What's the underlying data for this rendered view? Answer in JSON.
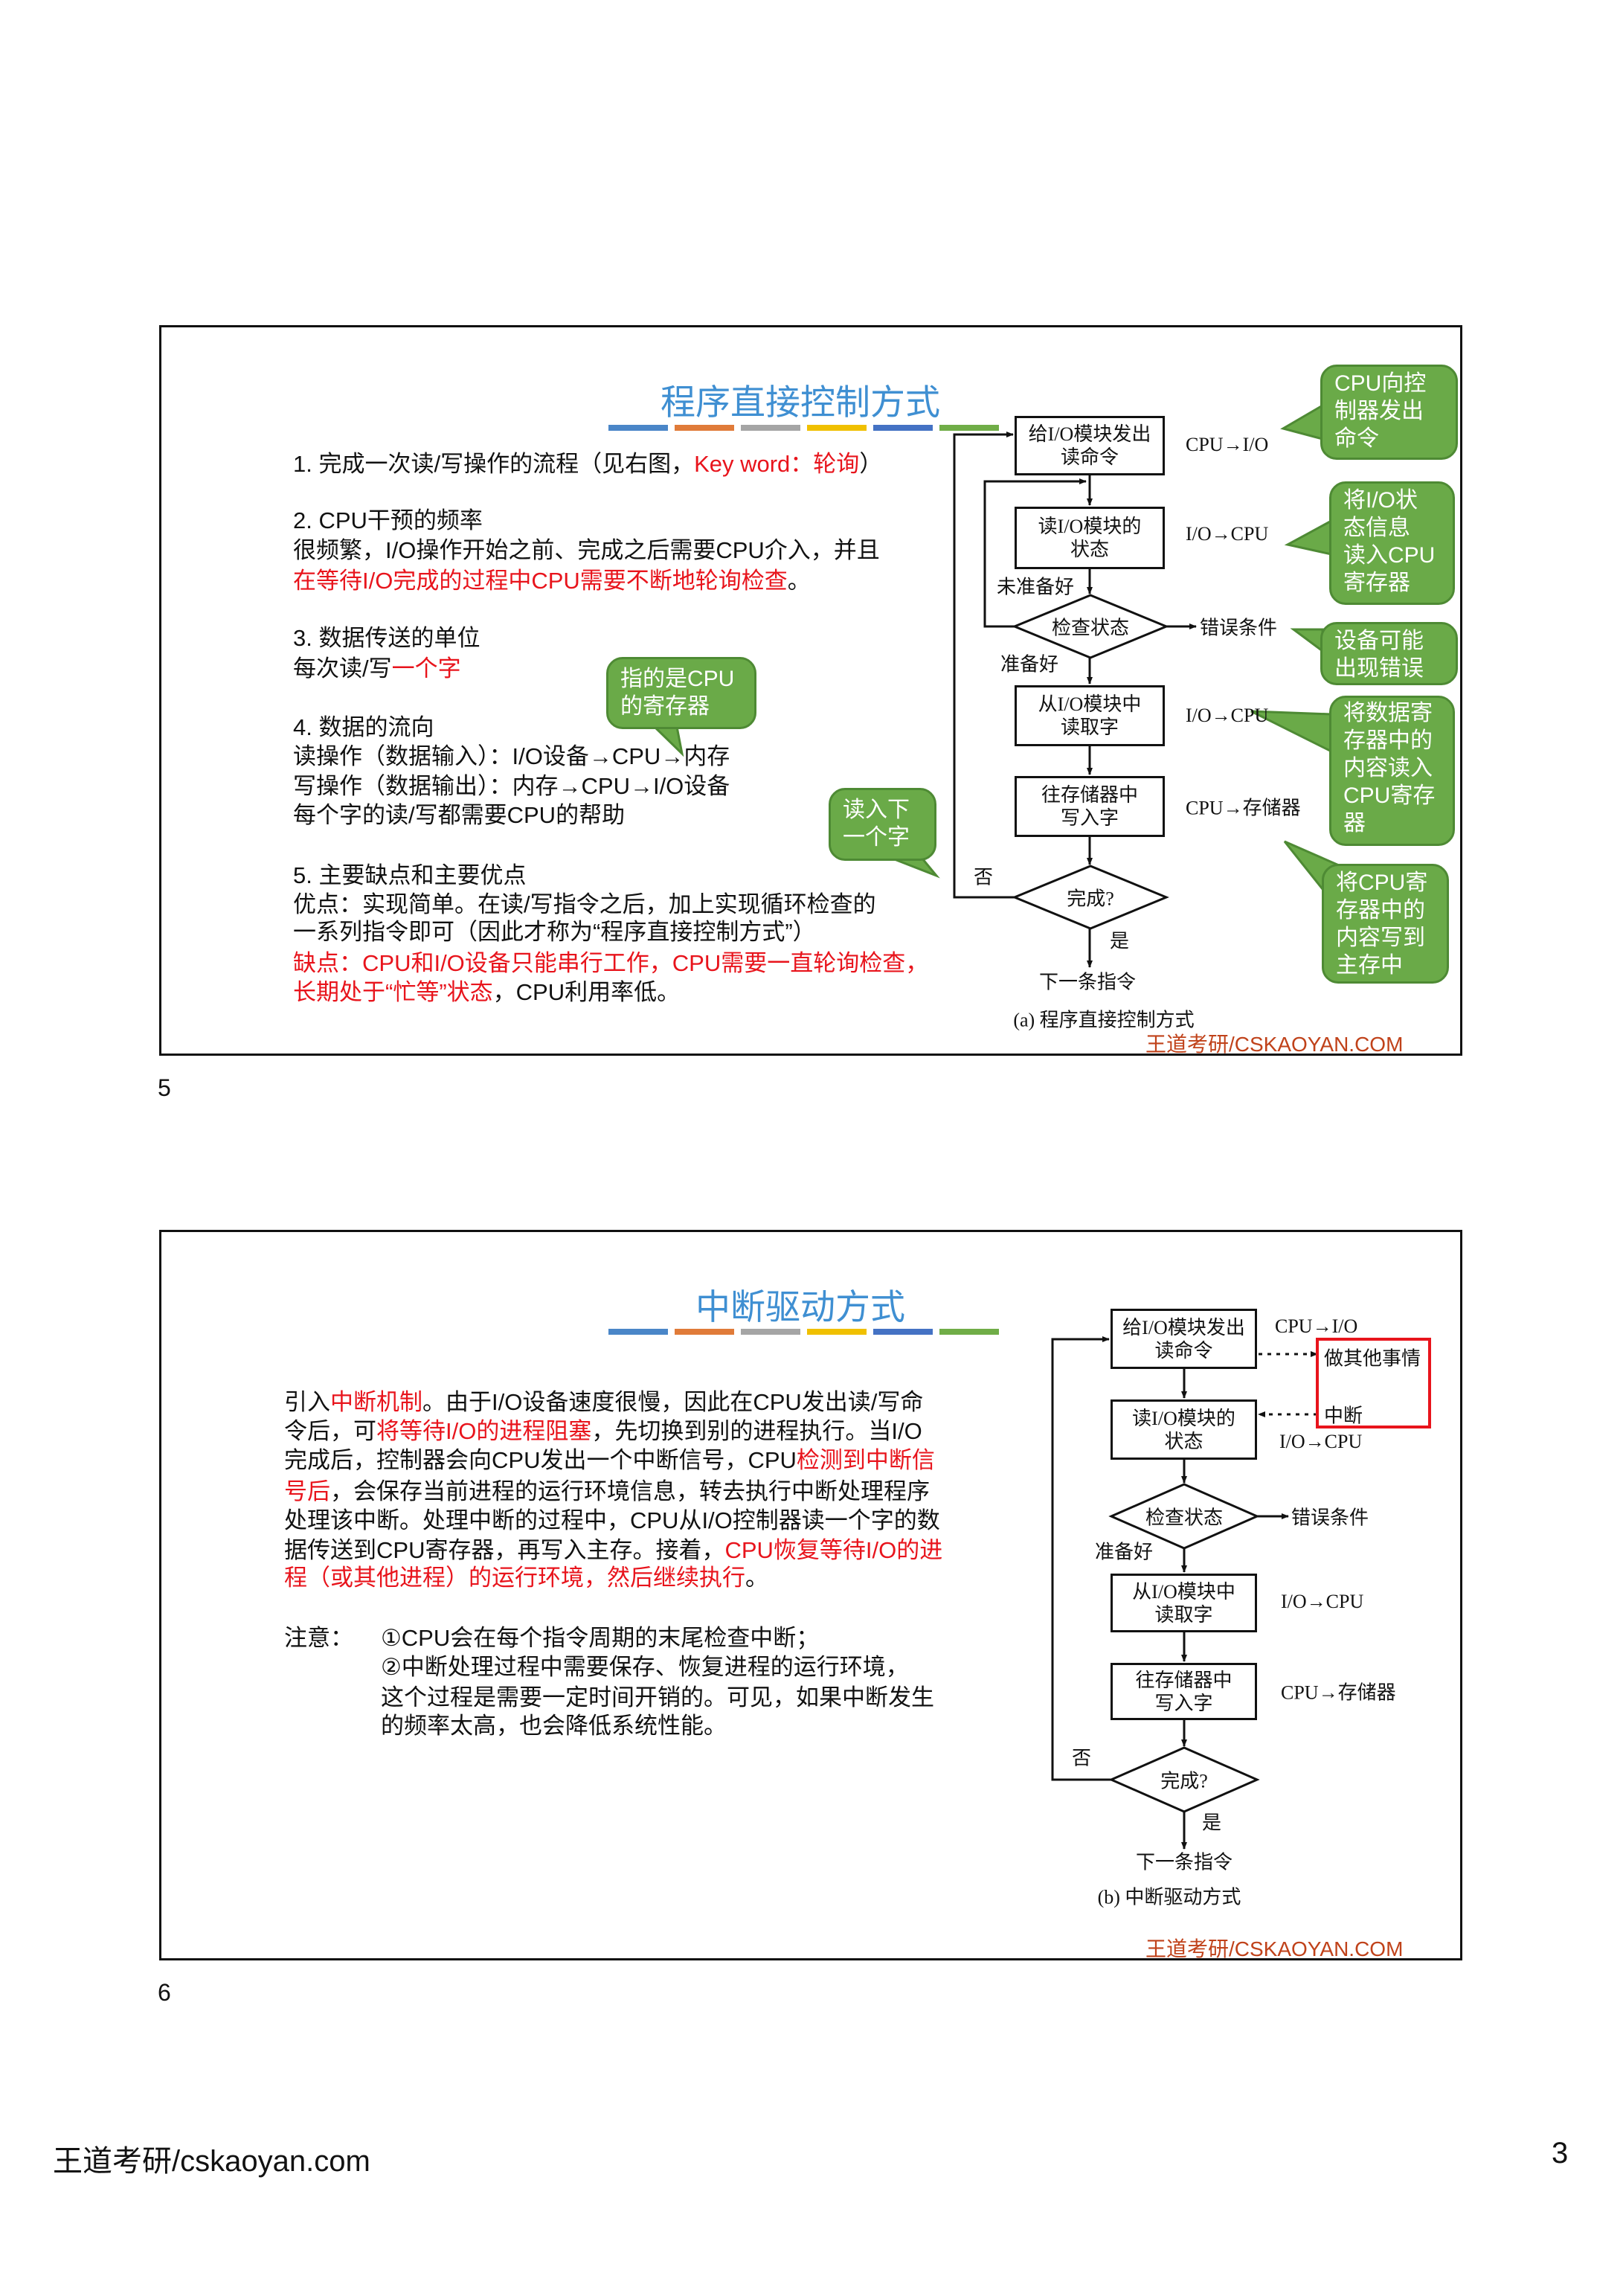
{
  "slide1": {
    "number": "5",
    "title": "程序直接控制方式",
    "bar_colors": [
      "#4a86c8",
      "#e07b39",
      "#a5a5a5",
      "#f0c000",
      "#4472c4",
      "#70ad47"
    ],
    "lines": [
      [
        {
          "t": "1. 完成一次读/写操作的流程（见右图，"
        },
        {
          "t": "Key word：轮询",
          "red": true
        },
        {
          "t": "）"
        }
      ],
      [
        {
          "t": "2. CPU干预的频率"
        }
      ],
      [
        {
          "t": "很频繁，I/O操作开始之前、完成之后需要CPU介入，并且"
        }
      ],
      [
        {
          "t": "在等待I/O完成的过程中CPU需要不断地轮询检查",
          "red": true
        },
        {
          "t": "。"
        }
      ],
      [
        {
          "t": "3. 数据传送的单位"
        }
      ],
      [
        {
          "t": "每次读/写"
        },
        {
          "t": "一个字",
          "red": true
        }
      ],
      [
        {
          "t": "4. 数据的流向"
        }
      ],
      [
        {
          "t": "读操作（数据输入）：I/O设备→CPU→内存"
        }
      ],
      [
        {
          "t": "写操作（数据输出）：内存→CPU→I/O设备"
        }
      ],
      [
        {
          "t": "每个字的读/写都需要CPU的帮助"
        }
      ],
      [
        {
          "t": "5. 主要缺点和主要优点"
        }
      ],
      [
        {
          "t": "优点：实现简单。在读/写指令之后，加上实现循环检查的"
        }
      ],
      [
        {
          "t": "一系列指令即可（因此才称为“程序直接控制方式”）"
        }
      ],
      [
        {
          "t": "缺点：CPU和I/O设备只能串行工作，CPU需要一直轮询检查，",
          "red": true
        }
      ],
      [
        {
          "t": "长期处于“忙等”状态",
          "red": true
        },
        {
          "t": "，CPU利用率低。"
        }
      ]
    ],
    "callouts": [
      [
        "指的是CPU",
        "的寄存器"
      ],
      [
        "读入下",
        "一个字"
      ],
      [
        "CPU向控",
        "制器发出",
        "命令"
      ],
      [
        "将I/O状",
        "态信息",
        "读入CPU",
        "寄存器"
      ],
      [
        "设备可能",
        "出现错误"
      ],
      [
        "将数据寄",
        "存器中的",
        "内容读入",
        "CPU寄存",
        "器"
      ],
      [
        "将CPU寄",
        "存器中的",
        "内容写到",
        "主存中"
      ]
    ],
    "flow": {
      "box1": [
        "给I/O模块发出",
        "读命令"
      ],
      "box2": [
        "读I/O模块的",
        "状态"
      ],
      "check": "检查状态",
      "box3": [
        "从I/O模块中",
        "读取字"
      ],
      "box4": [
        "往存储器中",
        "写入字"
      ],
      "done": "完成?",
      "not_ready": "未准备好",
      "ready": "准备好",
      "error": "错误条件",
      "no": "否",
      "yes": "是",
      "next": "下一条指令",
      "side1": "CPU→I/O",
      "side2": "I/O→CPU",
      "side3": "I/O→CPU",
      "side4": "CPU→存储器",
      "caption": "(a) 程序直接控制方式"
    },
    "logo": "王道考研/CSKAOYAN.COM"
  },
  "slide2": {
    "number": "6",
    "title": "中断驱动方式",
    "lines": [
      [
        {
          "t": "引入"
        },
        {
          "t": "中断机制",
          "red": true
        },
        {
          "t": "。由于I/O设备速度很慢，因此在CPU发出读/写命"
        }
      ],
      [
        {
          "t": "令后，可"
        },
        {
          "t": "将等待I/O的进程阻塞",
          "red": true
        },
        {
          "t": "，先切换到别的进程执行。当I/O"
        }
      ],
      [
        {
          "t": "完成后，控制器会向CPU发出一个中断信号，CPU"
        },
        {
          "t": "检测到中断信",
          "red": true
        }
      ],
      [
        {
          "t": "号后",
          "red": true
        },
        {
          "t": "，会保存当前进程的运行环境信息，转去执行中断处理程序"
        }
      ],
      [
        {
          "t": "处理该中断。处理中断的过程中，CPU从I/O控制器读一个字的数"
        }
      ],
      [
        {
          "t": "据传送到CPU寄存器，再写入主存。接着，"
        },
        {
          "t": "CPU恢复等待I/O的进",
          "red": true
        }
      ],
      [
        {
          "t": "程（或其他进程）的运行环境，然后继续执行",
          "red": true
        },
        {
          "t": "。"
        }
      ]
    ],
    "note_label": "注意：",
    "notes": [
      "①CPU会在每个指令周期的末尾检查中断；",
      "②中断处理过程中需要保存、恢复进程的运行环境，",
      "这个过程是需要一定时间开销的。可见，如果中断发生",
      "的频率太高，也会降低系统性能。"
    ],
    "flow": {
      "box1": [
        "给I/O模块发出",
        "读命令"
      ],
      "box2": [
        "读I/O模块的",
        "状态"
      ],
      "check": "检查状态",
      "box3": [
        "从I/O模块中",
        "读取字"
      ],
      "box4": [
        "往存储器中",
        "写入字"
      ],
      "done": "完成?",
      "ready": "准备好",
      "error": "错误条件",
      "no": "否",
      "yes": "是",
      "next": "下一条指令",
      "side1": "CPU→I/O",
      "other_work": "做其他事情",
      "interrupt": "中断",
      "side2": "I/O→CPU",
      "side3": "I/O→CPU",
      "side4": "CPU→存储器",
      "caption": "(b) 中断驱动方式",
      "highlight_color": "#e8141c"
    },
    "logo": "王道考研/CSKAOYAN.COM"
  },
  "footer": {
    "site": "王道考研/cskaoyan.com",
    "page": "3"
  }
}
